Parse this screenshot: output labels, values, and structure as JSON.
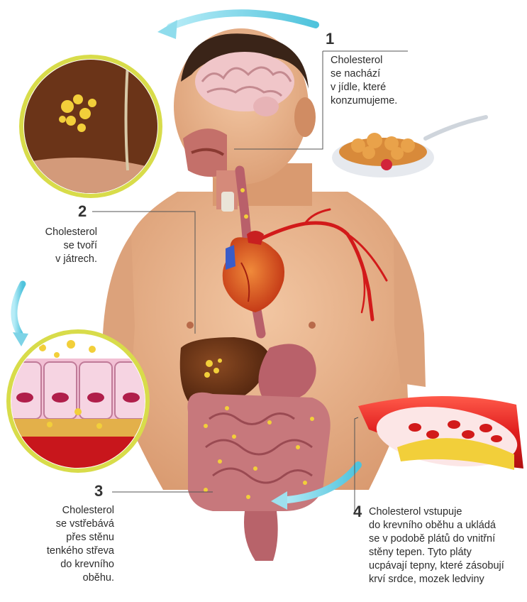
{
  "steps": [
    {
      "num": "1",
      "lines": [
        "Cholesterol",
        "se nachází",
        "v jídle, které",
        "konzumujeme."
      ]
    },
    {
      "num": "2",
      "lines": [
        "Cholesterol",
        "se tvoří",
        "v játrech."
      ]
    },
    {
      "num": "3",
      "lines": [
        "Cholesterol",
        "se vstřebává",
        "přes stěnu",
        "tenkého střeva",
        "do krevního",
        "oběhu."
      ]
    },
    {
      "num": "4",
      "lines": [
        "Cholesterol vstupuje",
        "do krevního oběhu a ukládá",
        "se v podobě plátů do vnitřní",
        "stěny tepen. Tyto pláty",
        "ucpávají tepny, které zásobují",
        "krví srdce, mozek ledviny"
      ]
    }
  ],
  "colors": {
    "skin": "#e8b48e",
    "liver": "#6b3418",
    "blood": "#c81e1e",
    "cholesterol": "#f2cf3a",
    "arrow": "#7dd3e6"
  }
}
